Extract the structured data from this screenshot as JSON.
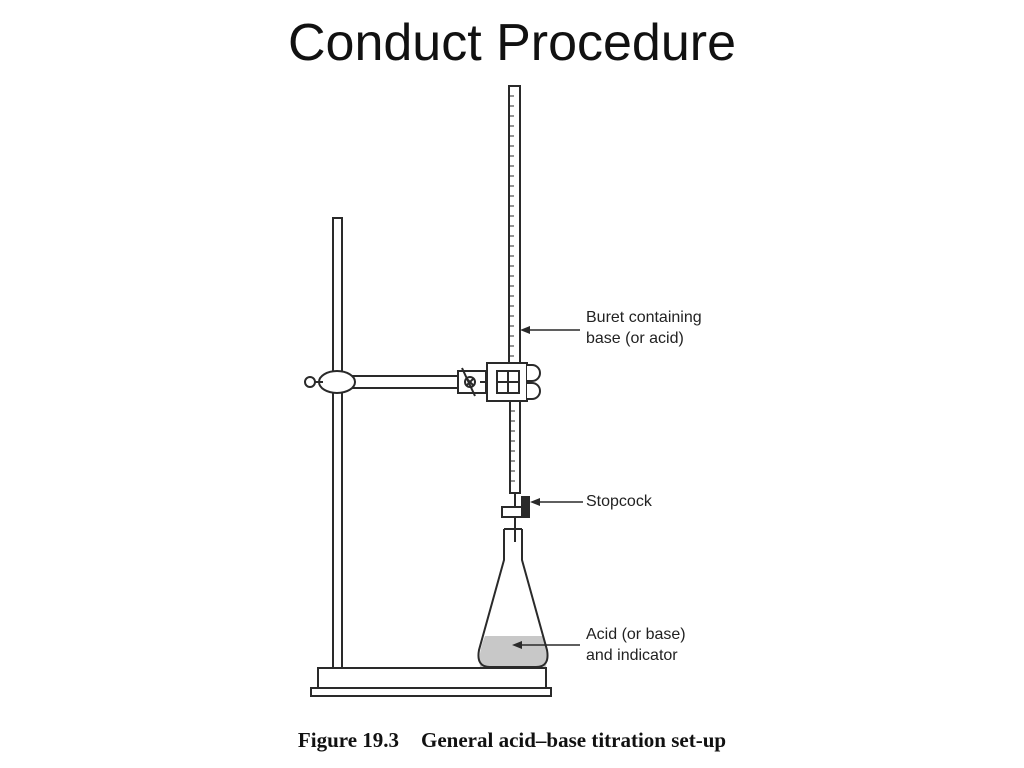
{
  "slide": {
    "title": "Conduct Procedure"
  },
  "diagram": {
    "labels": {
      "buret_line1": "Buret containing",
      "buret_line2": "base (or acid)",
      "stopcock": "Stopcock",
      "flask_line1": "Acid (or base)",
      "flask_line2": "and indicator"
    },
    "colors": {
      "line": "#2a2a2a",
      "liquid": "#c8c8c8",
      "background": "#ffffff"
    }
  },
  "caption": {
    "figure": "Figure 19.3",
    "text": "General acid–base titration set-up"
  }
}
